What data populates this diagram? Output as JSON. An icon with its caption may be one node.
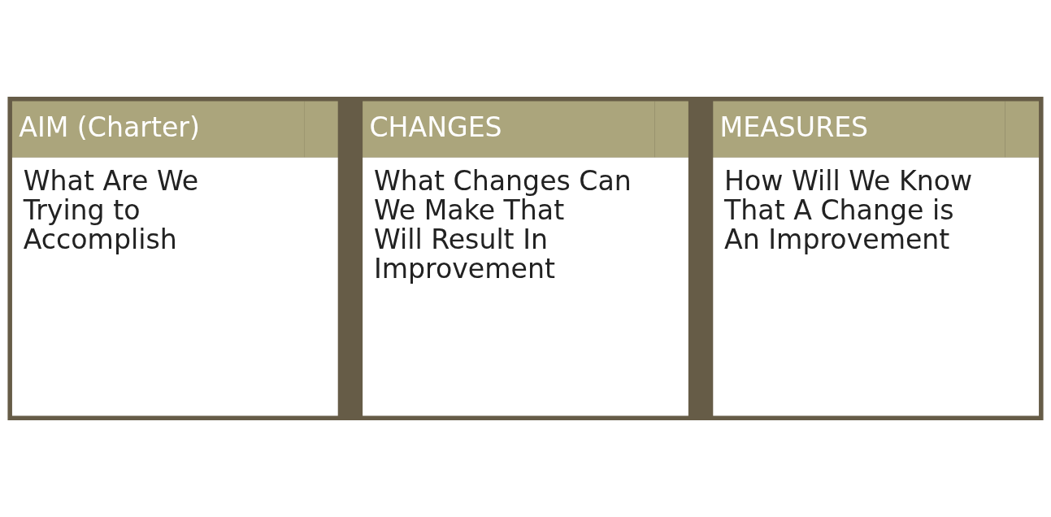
{
  "diagram": {
    "nodes": [
      {
        "text": [
          "AIM (Charter)",
          "What Are We Trying to Accomplish"
        ]
      },
      {
        "text": [
          "CHANGES",
          "What Changes Can We Make That Will Result In Improvement"
        ]
      },
      {
        "text": [
          "MEASURES",
          "How Will We Know That A Change is An Improvement"
        ]
      }
    ]
  }
}
